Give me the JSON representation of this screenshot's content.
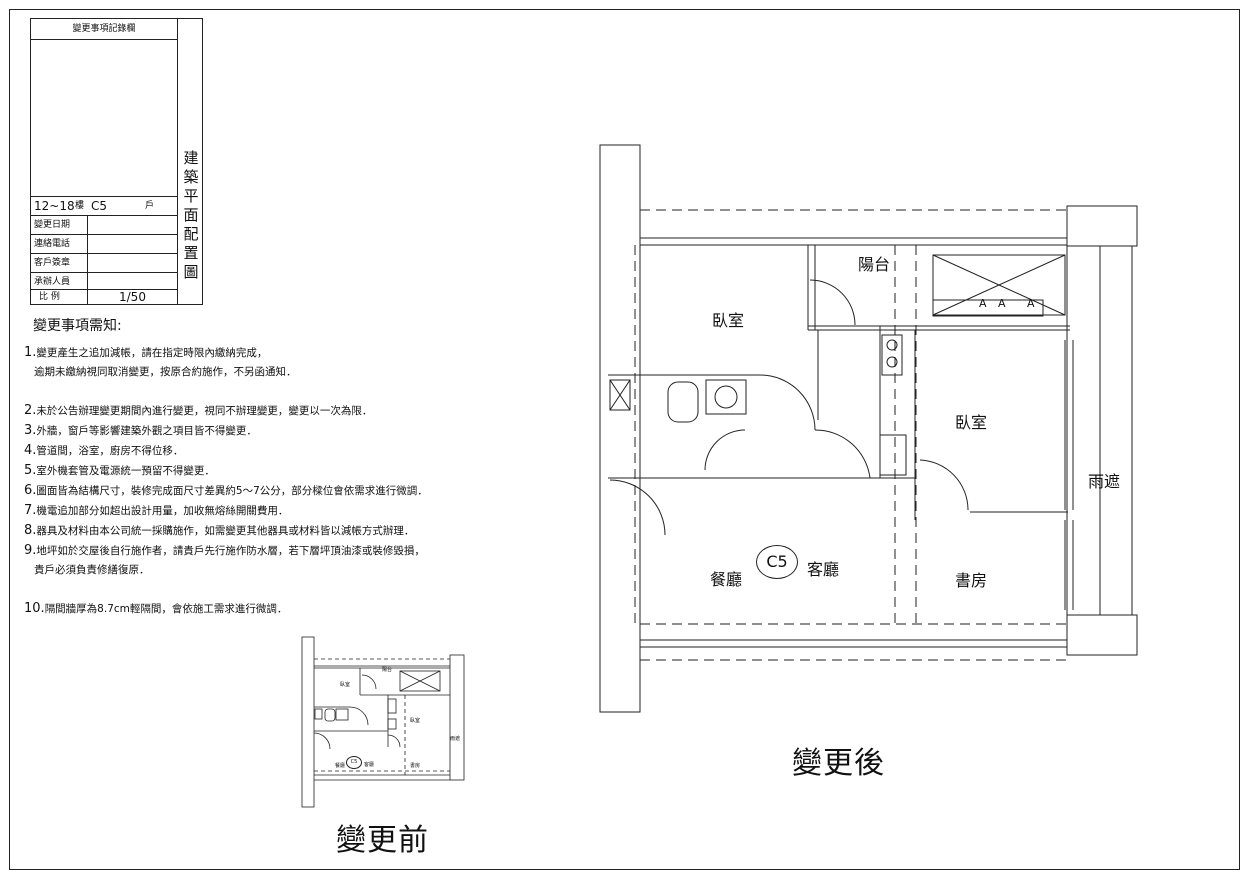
{
  "title_block": {
    "header": "變更事項記錄欄",
    "floor_value": "12~18",
    "floor_unit": "樓",
    "unit_value": "C5",
    "unit_suffix": "戶",
    "rows": [
      {
        "label": "變更日期",
        "value": ""
      },
      {
        "label": "連絡電話",
        "value": ""
      },
      {
        "label": "客戶簽章",
        "value": ""
      },
      {
        "label": "承辦人員",
        "value": ""
      }
    ],
    "scale_label": "比  例",
    "scale_value": "1/50",
    "drawing_title": "建築平面配置圖"
  },
  "notes": {
    "title": "變更事項需知:",
    "items": [
      {
        "num": "1.",
        "text": "變更產生之追加減帳，請在指定時限內繳納完成，\n   逾期未繳納視同取消變更，按原合約施作，不另函通知．"
      },
      {
        "num": "2.",
        "text": "未於公告辦理變更期間內進行變更，視同不辦理變更，變更以一次為限．"
      },
      {
        "num": "3.",
        "text": "外牆，窗戶等影響建築外觀之項目皆不得變更．"
      },
      {
        "num": "4.",
        "text": "管道間，浴室，廚房不得位移．"
      },
      {
        "num": "5.",
        "text": "室外機套管及電源統一預留不得變更．"
      },
      {
        "num": "6.",
        "text": "圖面皆為結構尺寸，裝修完成面尺寸差異約5～7公分，部分樑位會依需求進行微調．"
      },
      {
        "num": "7.",
        "text": "機電追加部分如超出設計用量，加收無熔絲開關費用．"
      },
      {
        "num": "8.",
        "text": "器具及材料由本公司統一採購施作，如需變更其他器具或材料皆以減帳方式辦理．"
      },
      {
        "num": "9.",
        "text": "地坪如於交屋後自行施作者，請貴戶先行施作防水層，若下層坪頂油漆或裝修毀損，\n   貴戶必須負責修繕復原．"
      },
      {
        "num": "10.",
        "text": "隔間牆厚為8.7cm輕隔間，會依施工需求進行微調．"
      }
    ]
  },
  "after_plan": {
    "caption": "變更後",
    "rooms": {
      "balcony": "陽台",
      "bedroom_1": "臥室",
      "bedroom_2": "臥室",
      "dining": "餐廳",
      "unit_tag": "C5",
      "living": "客廳",
      "study": "書房",
      "canopy": "雨遮",
      "section_marks": [
        "A",
        "A",
        "A"
      ]
    }
  },
  "before_plan": {
    "caption": "變更前",
    "rooms": {
      "balcony": "陽台",
      "bedroom_1": "臥室",
      "bedroom_2": "臥室",
      "dining": "餐廳",
      "unit_tag": "C5",
      "living": "客廳",
      "study": "書房",
      "canopy": "雨遮"
    }
  },
  "colors": {
    "line": "#222222",
    "background": "#ffffff"
  }
}
